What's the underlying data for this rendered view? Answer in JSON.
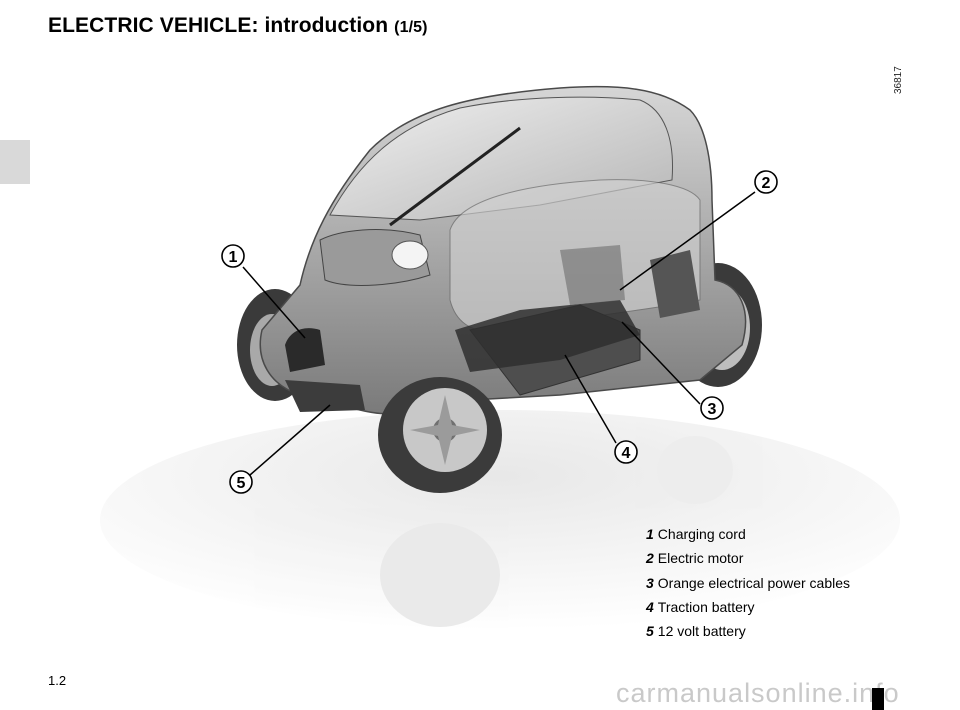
{
  "header": {
    "title": "ELECTRIC VEHICLE: introduction",
    "section_fraction": "(1/5)"
  },
  "figure": {
    "reference_code": "36817",
    "callouts": [
      "1",
      "2",
      "3",
      "4",
      "5"
    ]
  },
  "legend": [
    {
      "num": "1",
      "label": "Charging cord"
    },
    {
      "num": "2",
      "label": "Electric motor"
    },
    {
      "num": "3",
      "label": "Orange electrical power cables"
    },
    {
      "num": "4",
      "label": "Traction battery"
    },
    {
      "num": "5",
      "label": "12 volt battery"
    }
  ],
  "footer": {
    "page_number": "1.2",
    "watermark": "carmanualsonline.info"
  }
}
